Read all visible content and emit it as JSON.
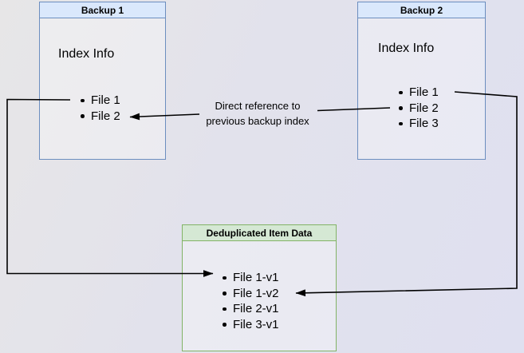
{
  "colors": {
    "bg-left": "#e7e6e7",
    "bg-mid": "#e2e2ec",
    "bg-right": "#dfe0f0",
    "blue-fill": "#dae8fc",
    "blue-border": "#6c8ebf",
    "green-fill": "#d5e8d4",
    "green-border": "#82b366",
    "line": "#000000",
    "text": "#000000"
  },
  "boxes": {
    "backup1": {
      "title": "Backup 1",
      "subtitle": "Index Info",
      "items": [
        "File 1",
        "File 2"
      ]
    },
    "backup2": {
      "title": "Backup 2",
      "subtitle": "Index Info",
      "items": [
        "File 1",
        "File 2",
        "File 3"
      ]
    },
    "dedup": {
      "title": "Deduplicated Item Data",
      "items": [
        "File 1-v1",
        "File 1-v2",
        "File 2-v1",
        "File 3-v1"
      ]
    }
  },
  "annotation": {
    "line1": "Direct reference to",
    "line2": "previous backup index"
  }
}
